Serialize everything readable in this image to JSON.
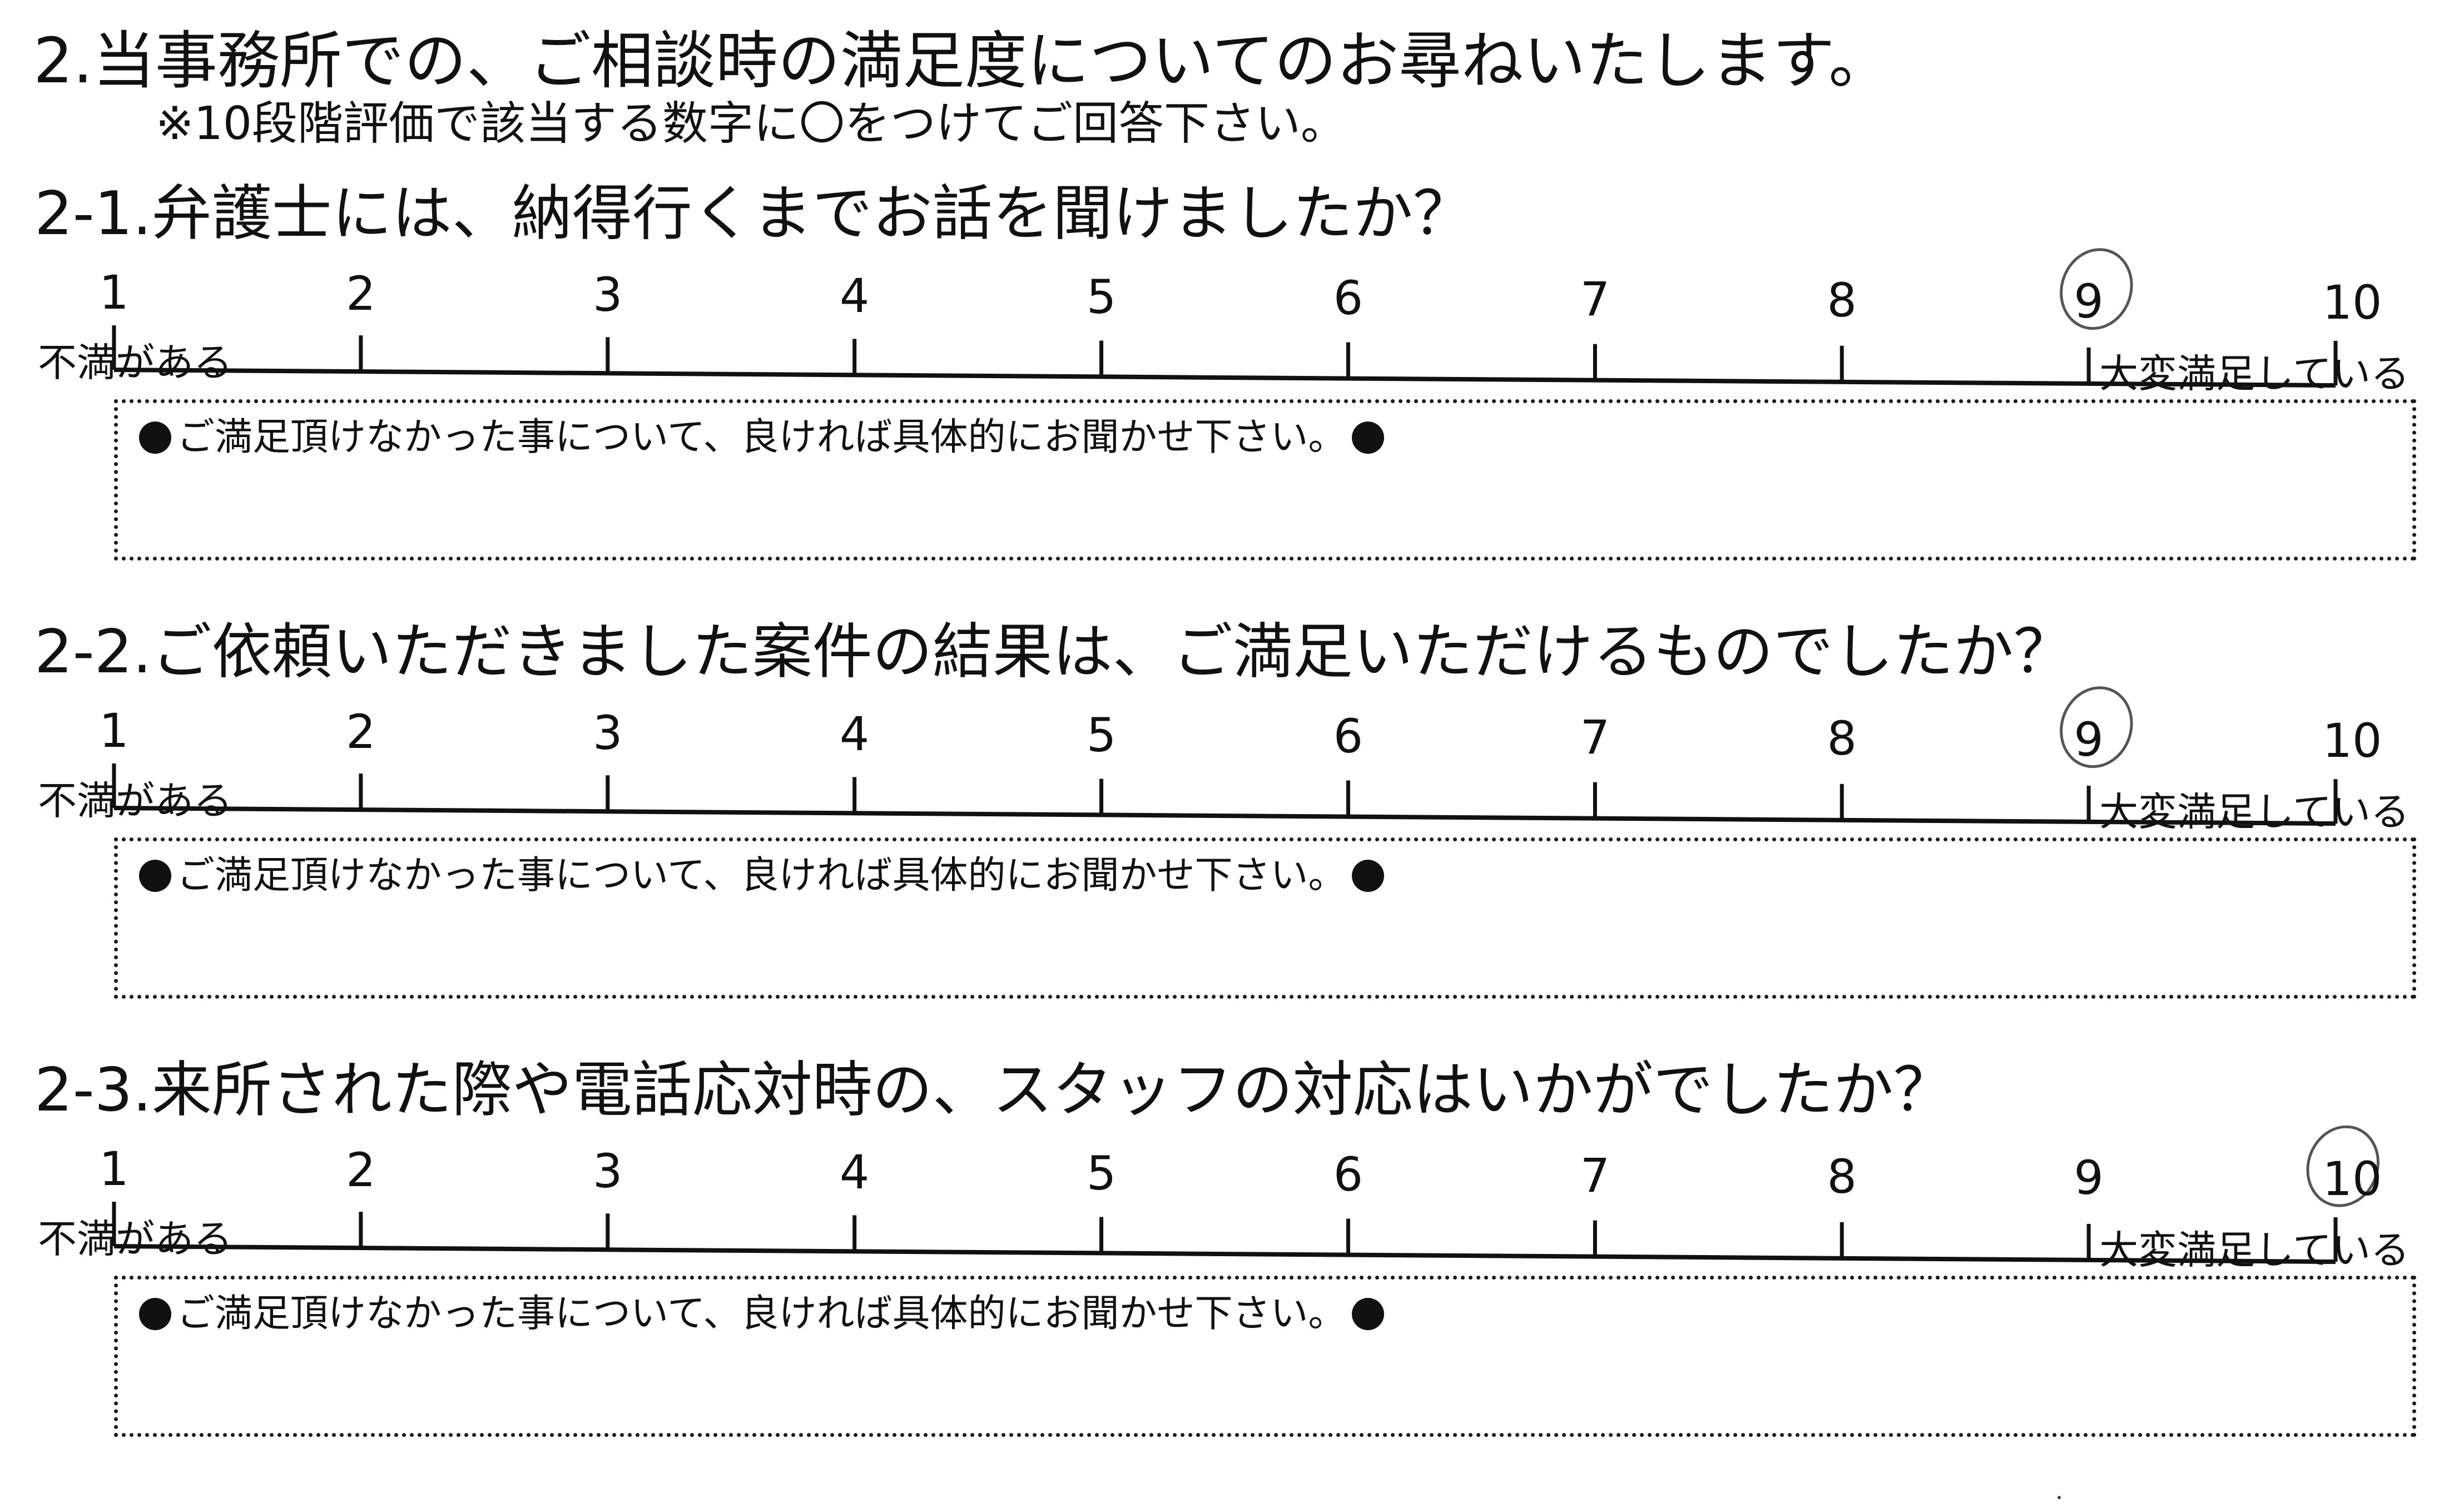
{
  "header": {
    "title": "2.当事務所での、ご相談時の満足度についてのお尋ねいたします。",
    "subtitle": "※10段階評価で該当する数字に〇をつけてご回答下さい。"
  },
  "scale": {
    "ticks": [
      "1",
      "2",
      "3",
      "4",
      "5",
      "6",
      "7",
      "8",
      "9",
      "10"
    ],
    "low_label": "不満がある",
    "high_label": "大変満足している"
  },
  "comment_prompt": "ご満足頂けなかった事について、良ければ具体的にお聞かせ下さい。",
  "questions": [
    {
      "text": "2-1.弁護士には、納得行くまでお話を聞けましたか？",
      "selected": 9
    },
    {
      "text": "2-2.ご依頼いただきました案件の結果は、ご満足いただけるものでしたか？",
      "selected": 9
    },
    {
      "text": "2-3.来所された際や電話応対時の、スタッフの対応はいかがでしたか？",
      "selected": 10
    }
  ],
  "colors": {
    "ink": "#111111",
    "pencil": "#555555",
    "paper": "#ffffff"
  }
}
